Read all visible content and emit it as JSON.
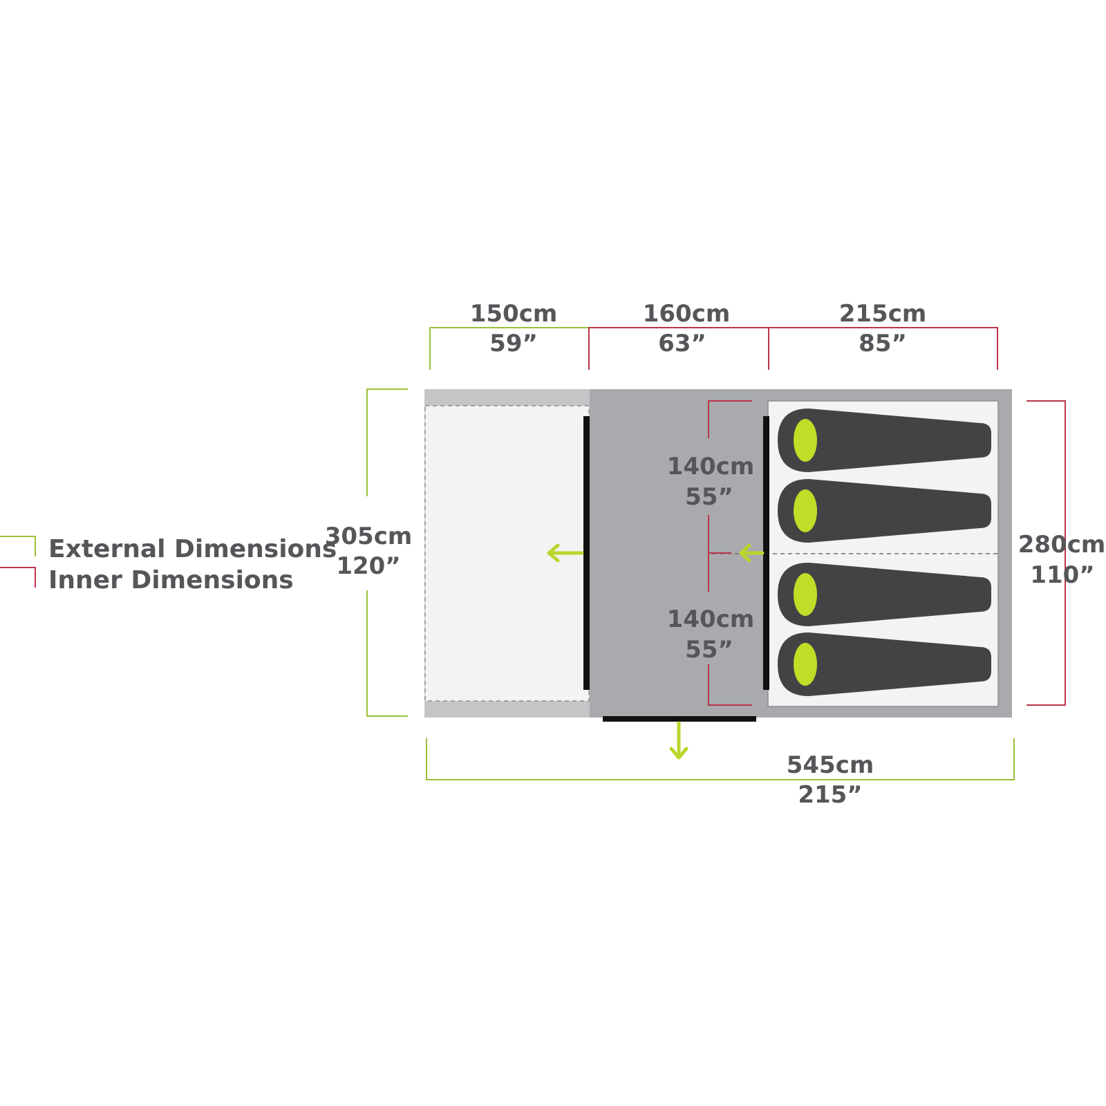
{
  "colors": {
    "external": "#9bc03a",
    "inner": "#b9344a",
    "floor": "#a9aaad",
    "porch": "#f3f3f3",
    "bag": "#434345",
    "hood": "#c2dd27",
    "text": "#555659",
    "arrow": "#b9d62c"
  },
  "legend": {
    "external": "External Dimensions",
    "inner": "Inner Dimensions"
  },
  "dimensions": {
    "top_porch": {
      "cm": "150cm",
      "in": "59”"
    },
    "top_living": {
      "cm": "160cm",
      "in": "63”"
    },
    "top_bedroom": {
      "cm": "215cm",
      "in": "85”"
    },
    "left_height": {
      "cm": "305cm",
      "in": "120”"
    },
    "right_height": {
      "cm": "280cm",
      "in": "110”"
    },
    "bed_upper": {
      "cm": "140cm",
      "in": "55”"
    },
    "bed_lower": {
      "cm": "140cm",
      "in": "55”"
    },
    "bottom_total": {
      "cm": "545cm",
      "in": "215”"
    }
  },
  "sleeping_bags": 4
}
